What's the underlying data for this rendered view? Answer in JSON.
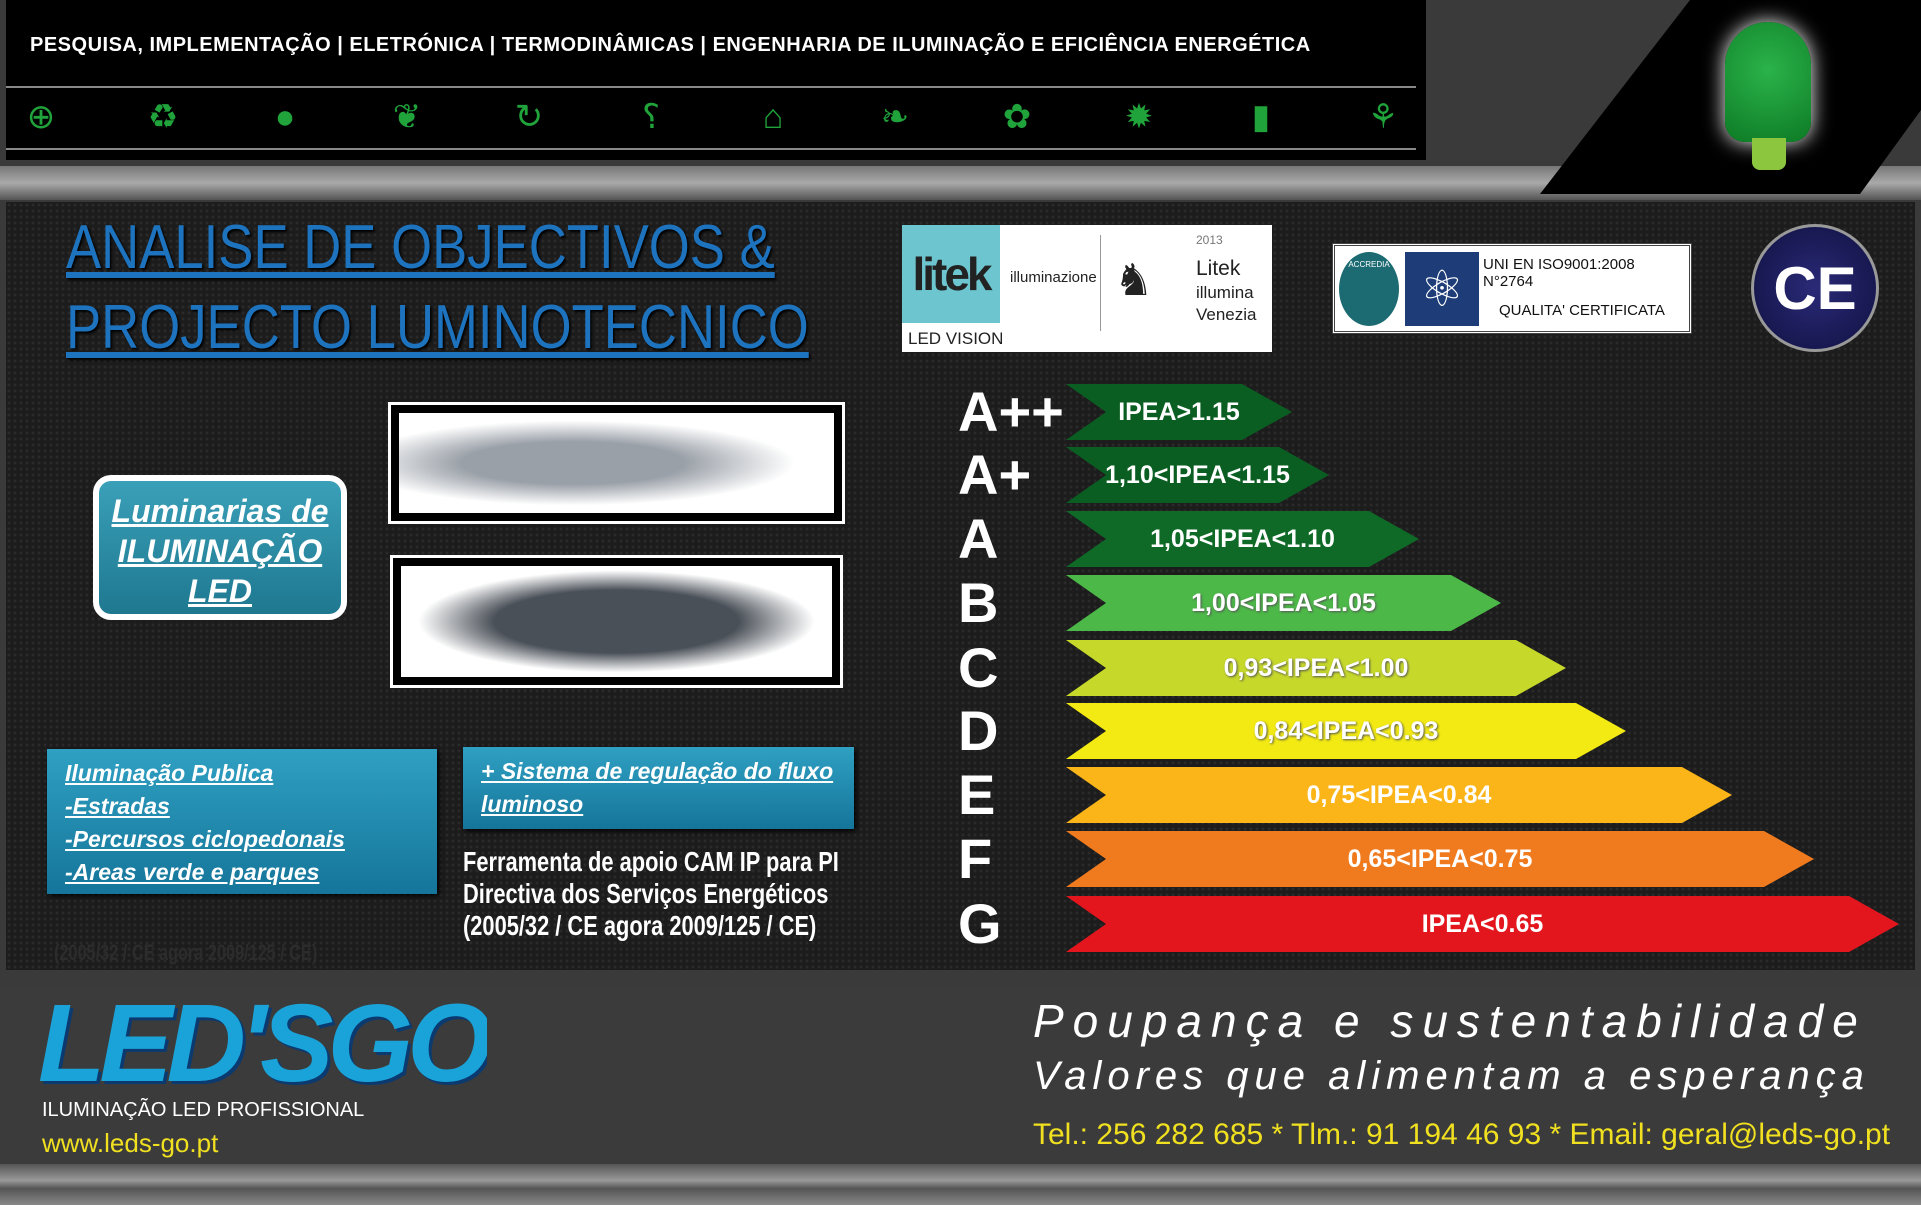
{
  "header": {
    "tagline": "PESQUISA, IMPLEMENTAÇÃO | ELETRÓNICA | TERMODINÂMICAS | ENGENHARIA DE ILUMINAÇÃO E EFICIÊNCIA ENERGÉTICA",
    "icons": [
      "globe-plant-icon",
      "recycle-icon",
      "bulb-icon",
      "leaves-icon",
      "cycle-arrows-icon",
      "water-tap-icon",
      "eco-house-icon",
      "butterfly-icon",
      "flower-icon",
      "sun-icon",
      "trash-bin-icon",
      "plant-icon"
    ]
  },
  "title": {
    "line1": "ANALISE DE OBJECTIVOS &",
    "line2": "PROJECTO LUMINOTECNICO"
  },
  "litek": {
    "brand": "litek",
    "sub": "illuminazione",
    "vision": "LED VISION",
    "year": "2013",
    "name": "Litek",
    "tag1": "illumina",
    "tag2": "Venezia"
  },
  "iso": {
    "line1": "UNI EN ISO9001:2008  N°2764",
    "line2": "QUALITA' CERTIFICATA",
    "seal": "ACCREDIA"
  },
  "ce": "CE",
  "luminarias": {
    "line1": "Luminarias de",
    "line2": "ILUMINAÇÃO",
    "line3": "LED"
  },
  "applications": [
    "Iluminação Publica",
    "-Estradas",
    "-Percursos  ciclopedonais",
    "-Areas verde e parques"
  ],
  "system": [
    "+ Sistema de regulação do fluxo",
    "luminoso"
  ],
  "tool": {
    "line1": "Ferramenta de apoio CAM IP para PI",
    "line2": "Directiva dos Serviços Energéticos",
    "line3": "(2005/32 / CE agora 2009/125 / CE)"
  },
  "faded": "(2005/32 / CE agora 2009/125 / CE)",
  "energy_classes": [
    {
      "letter": "A++",
      "range": "IPEA>1.15",
      "color": "#0b5e22"
    },
    {
      "letter": "A+",
      "range": "1,10<IPEA<1.15",
      "color": "#0b5e22"
    },
    {
      "letter": "A",
      "range": "1,05<IPEA<1.10",
      "color": "#0e6a26"
    },
    {
      "letter": "B",
      "range": "1,00<IPEA<1.05",
      "color": "#4cb848"
    },
    {
      "letter": "C",
      "range": "0,93<IPEA<1.00",
      "color": "#c6d82a"
    },
    {
      "letter": "D",
      "range": "0,84<IPEA<0.93",
      "color": "#f2ea12"
    },
    {
      "letter": "E",
      "range": "0,75<IPEA<0.84",
      "color": "#fbb519"
    },
    {
      "letter": "F",
      "range": "0,65<IPEA<0.75",
      "color": "#f07a1e"
    },
    {
      "letter": "G",
      "range": "IPEA<0.65",
      "color": "#e3161e"
    }
  ],
  "footer": {
    "logo": "LED'SGO",
    "logo_sub": "ILUMINAÇÃO LED PROFISSIONAL",
    "url": "www.leds-go.pt",
    "slogan1": "Poupança e sustentabilidade",
    "slogan2": "Valores que alimentam a esperança",
    "contact": "Tel.: 256 282 685 * Tlm.: 91 194 46 93  * Email: geral@leds-go.pt"
  }
}
